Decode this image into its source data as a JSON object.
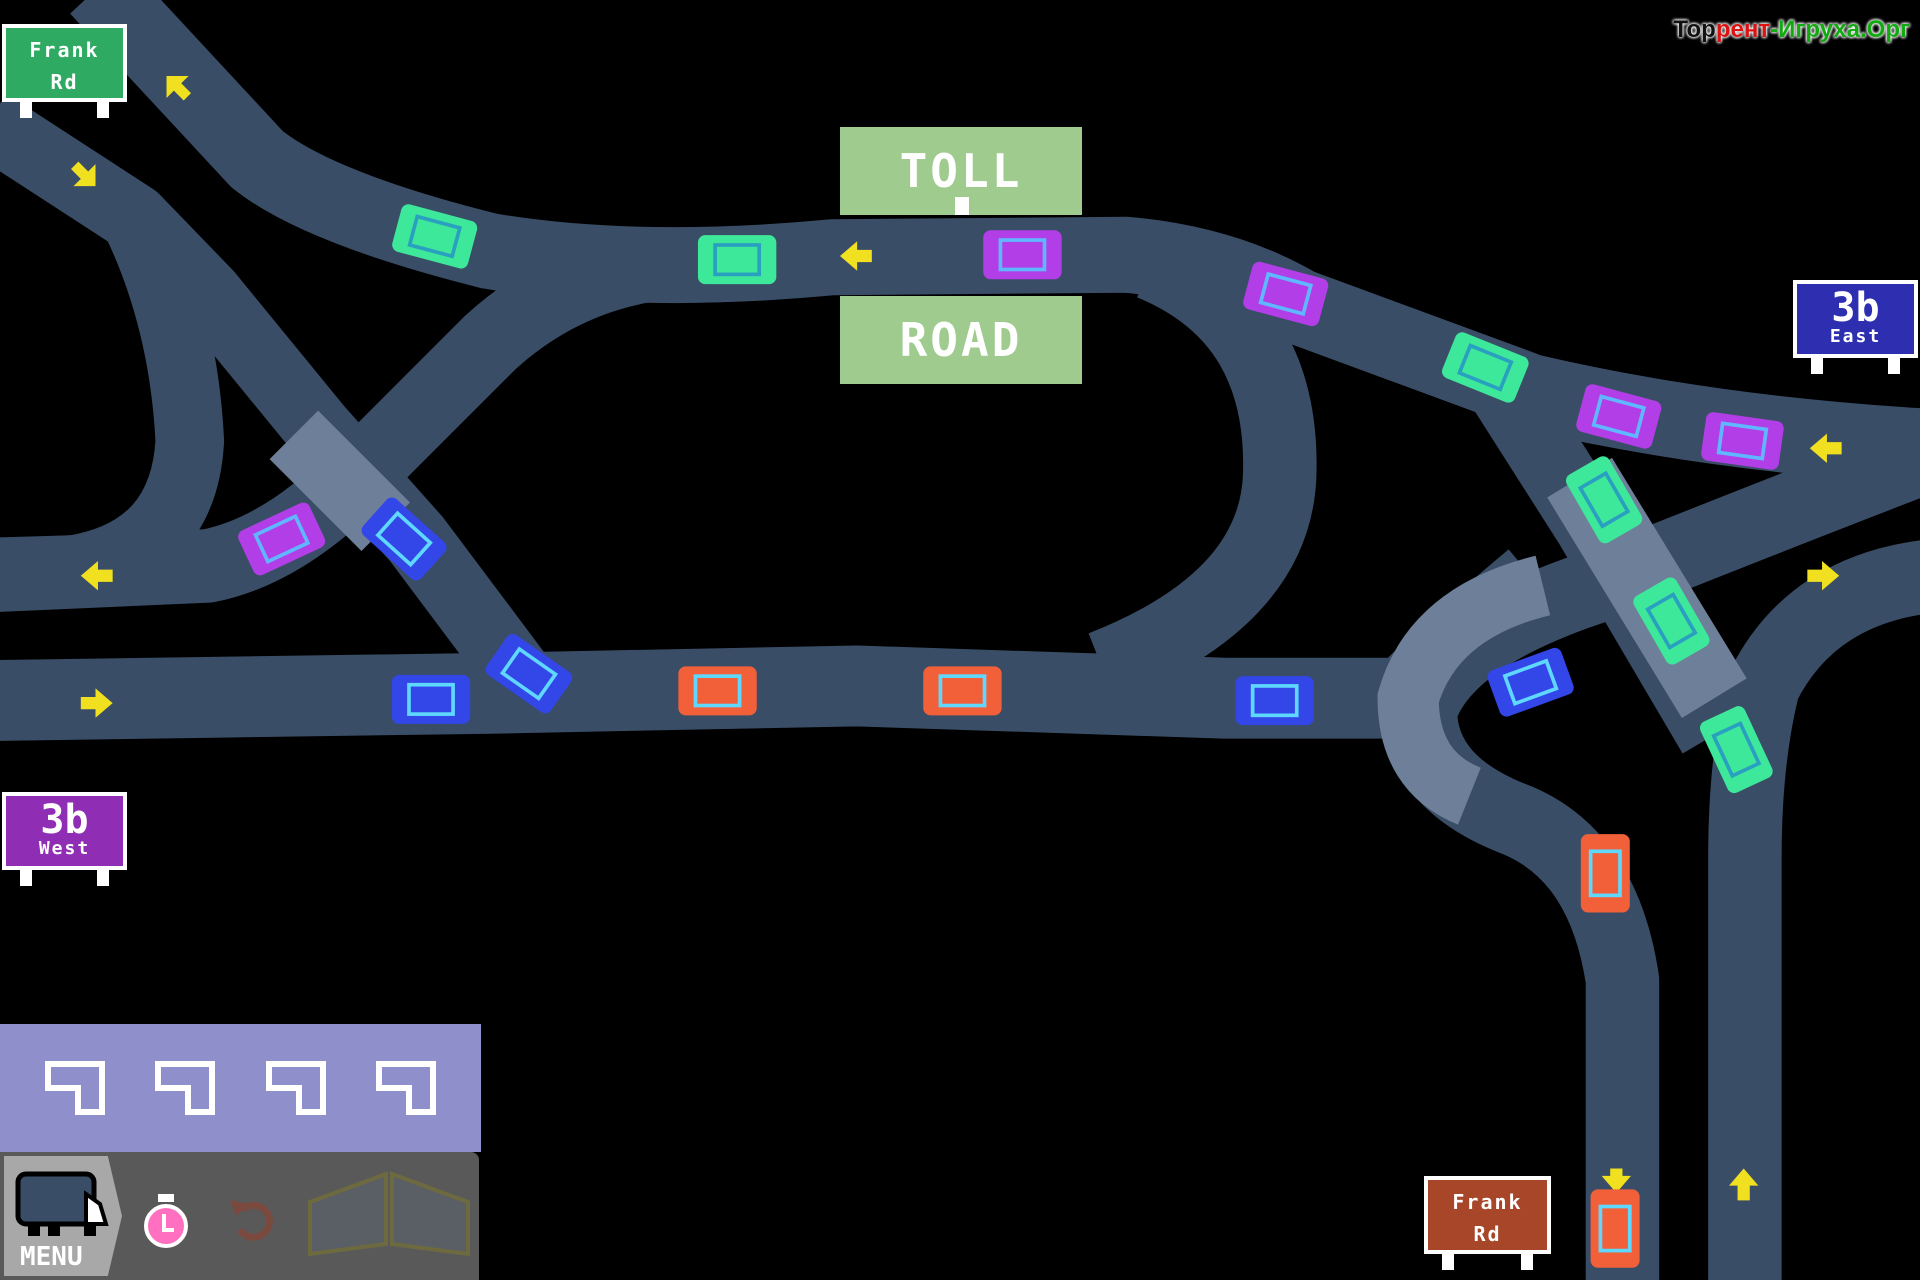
{
  "watermark": {
    "part1": "Тор",
    "part2": "рент",
    "part3": "-Игруха.Орг"
  },
  "signs": {
    "frank_top": {
      "line1": "Frank",
      "line2": "Rd"
    },
    "toll": {
      "top": "TOLL",
      "bottom": "ROAD"
    },
    "east": {
      "number": "3b",
      "direction": "East"
    },
    "west": {
      "number": "3b",
      "direction": "West"
    },
    "frank_bottom": {
      "line1": "Frank",
      "line2": "Rd"
    }
  },
  "toolbar": {
    "menu_label": "MENU",
    "piece_count": 4
  },
  "colors": {
    "road": "#3a4d66",
    "bridge": "#6e8099",
    "car_green": "#3ee89a",
    "car_purple": "#b23ee8",
    "car_blue": "#3346e8",
    "car_orange": "#f2603a",
    "arrow": "#f0e020"
  }
}
